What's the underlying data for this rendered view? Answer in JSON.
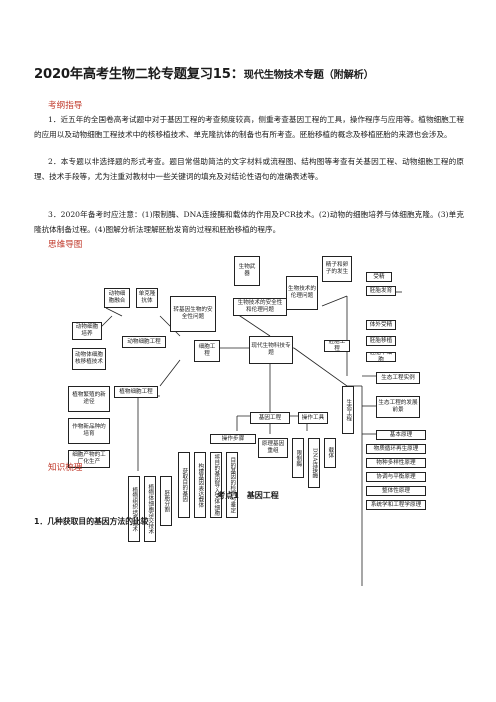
{
  "document": {
    "title_main": "2020年高考生物二轮专题复习15：",
    "title_sub": "现代生物技术专题（附解析）",
    "section_guide": "考纲指导",
    "paragraphs": [
      "1．近五年的全国卷高考试题中对于基因工程的考查频度较高，侧重考查基因工程的工具，操作程序与应用等。植物细胞工程的应用以及动物细胞工程技术中的核移植技术、单克隆抗体的制备也有所考查。胚胎移植的概念及移植胚胎的来源也会涉及。",
      "2．本专题以非选择题的形式考查。题目常借助简洁的文字材料或流程图、结构图等考查有关基因工程、动物细胞工程的原理、技术手段等，尤为注重对教材中一些关键词的填充及对结论性语句的准确表述等。",
      "3．2020年备考时应注意：(1)限制酶、DNA连接酶和载体的作用及PCR技术。(2)动物的细胞培养与体细胞克隆。(3)单克隆抗体制备过程。(4)图解分析法理解胚胎发育的过程和胚胎移植的程序。"
    ],
    "section_mindmap": "思维导图",
    "section_knowledge": "知识梳理",
    "point_title": "考点1　基因工程",
    "subsection": "1．几种获取目的基因方法的比较"
  },
  "mindmap": {
    "center": "现代生物科技专题",
    "cell_eng": "细胞工程",
    "animal_cell_eng": "动物细胞工程",
    "plant_cell_eng": "植物细胞工程",
    "embryo_eng": "胚胎工程",
    "gene_eng": "基因工程",
    "ecology": "生态工程",
    "safety": "生物技术的安全性和伦理问题",
    "items": {
      "animal_fusion": "动物细胞融合",
      "monoclonal": "单克隆抗体",
      "animal_culture": "动物细胞培养",
      "nuclear_transfer": "动物体细胞核移植技术",
      "gm_safety": "转基因生物的安全性问题",
      "cloning_ethics": "生物技术的伦理问题",
      "bio_weapon": "生物武器",
      "plant_apps": "植物繁殖的新途径",
      "plant_breeding": "作物新品种的培育",
      "plant_products": "细胞产物的工厂化生产",
      "tissue_culture": "植物组织培养技术",
      "protoplast": "植物体细胞杂交技术",
      "sperm_egg": "精子和卵子的发生",
      "fertilization": "受精",
      "early_dev": "胚胎发育",
      "in_vitro": "体外受精",
      "embryo_transfer": "胚胎移植",
      "embryo_split": "胚胎分割",
      "es_cells": "胚胎干细胞",
      "ops": "操作步骤",
      "target_gene": "获取目的基因",
      "vector_build": "构建基因表达载体",
      "intro": "将目的基因导入受体细胞",
      "detect": "目的基因的检测与鉴定",
      "tools": "操作工具",
      "restriction": "限制酶",
      "ligase": "DNA连接酶",
      "vector": "载体",
      "principle": "原理基因重组",
      "eco_case": "生态工程实例",
      "eco_prospect": "生态工程的发展前景",
      "eco_basic": "基本原理",
      "eco_p1": "物质循环再生原理",
      "eco_p2": "物种多样性原理",
      "eco_p3": "协调与平衡原理",
      "eco_p4": "整体性原理",
      "eco_p5": "系统学和工程学原理"
    }
  }
}
